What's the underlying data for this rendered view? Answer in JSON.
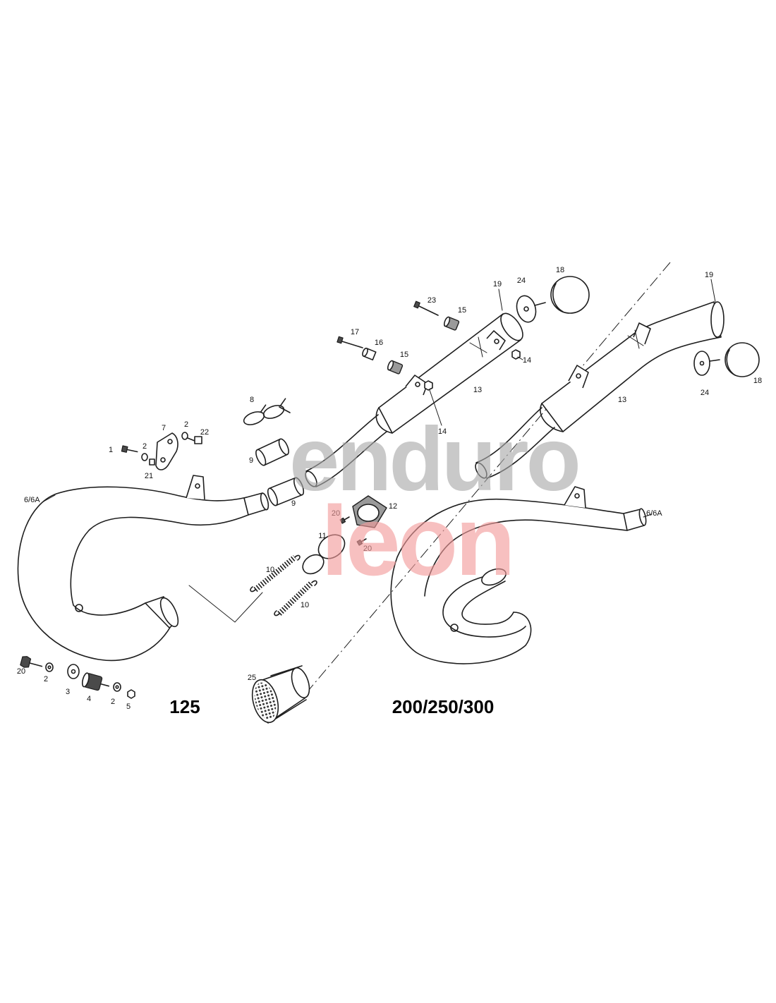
{
  "callouts": [
    "6/6A",
    "1",
    "2",
    "7",
    "2",
    "22",
    "21",
    "8",
    "9",
    "9",
    "17",
    "16",
    "15",
    "23",
    "15",
    "19",
    "24",
    "18",
    "14",
    "14",
    "13",
    "19",
    "13",
    "24",
    "18",
    "20",
    "12",
    "11",
    "20",
    "10",
    "10",
    "6/6A",
    "20",
    "2",
    "3",
    "4",
    "2",
    "5",
    "25"
  ],
  "models": {
    "left": "125",
    "right": "200/250/300"
  },
  "watermark": {
    "line1": "enduro",
    "line2": "leon"
  },
  "colors": {
    "background": "#ffffff",
    "line": "#1e1e1e",
    "watermark_grey": "#a9a9a9",
    "watermark_pink": "#f39b9b"
  }
}
